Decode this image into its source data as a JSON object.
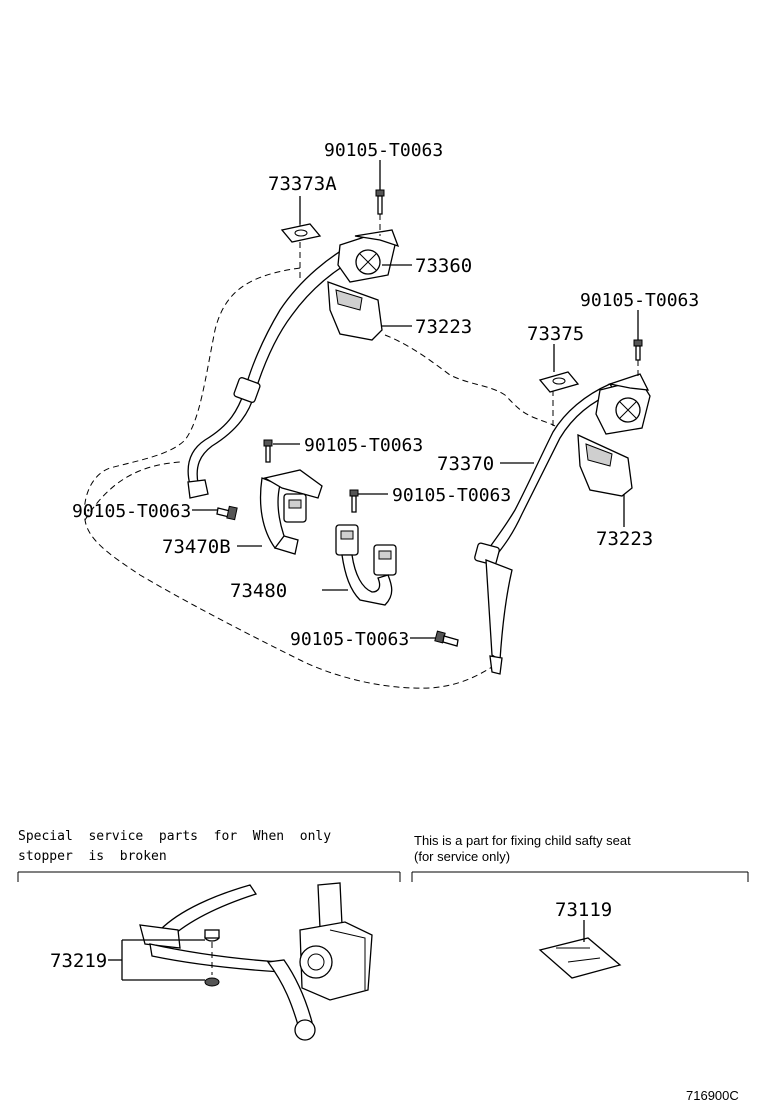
{
  "labels": {
    "bolt_top": "90105-T0063",
    "p73373a": "73373A",
    "p73360": "73360",
    "p73223_left": "73223",
    "bolt_right_top": "90105-T0063",
    "p73375": "73375",
    "bolt_mid": "90105-T0063",
    "p73370": "73370",
    "bolt_left": "90105-T0063",
    "bolt_center": "90105-T0063",
    "p73470b": "73470B",
    "p73223_right": "73223",
    "p73480": "73480",
    "bolt_bottom": "90105-T0063"
  },
  "notes": {
    "special_line1": "Special  service  parts  for  When  only",
    "special_line2": "stopper  is  broken",
    "child_line1": "This is a part for fixing child safty seat",
    "child_line2": "(for service only)"
  },
  "inset": {
    "p73219": "73219",
    "p73119": "73119"
  },
  "drawing_code": "716900C"
}
